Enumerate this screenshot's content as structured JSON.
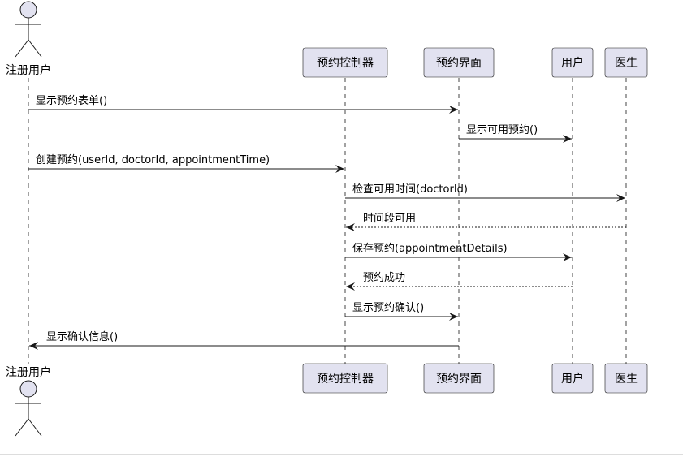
{
  "participants": [
    {
      "id": "actor",
      "label": "注册用户",
      "kind": "actor"
    },
    {
      "id": "controller",
      "label": "预约控制器",
      "kind": "box"
    },
    {
      "id": "ui",
      "label": "预约界面",
      "kind": "box"
    },
    {
      "id": "user",
      "label": "用户",
      "kind": "box"
    },
    {
      "id": "doctor",
      "label": "医生",
      "kind": "box"
    }
  ],
  "messages": [
    {
      "from": "actor",
      "to": "ui",
      "label": "显示预约表单()",
      "style": "solid"
    },
    {
      "from": "ui",
      "to": "user",
      "label": "显示可用预约()",
      "style": "solid"
    },
    {
      "from": "actor",
      "to": "controller",
      "label": "创建预约(userId, doctorId, appointmentTime)",
      "style": "solid"
    },
    {
      "from": "controller",
      "to": "doctor",
      "label": "检查可用时间(doctorId)",
      "style": "solid"
    },
    {
      "from": "doctor",
      "to": "controller",
      "label": "时间段可用",
      "style": "dashed"
    },
    {
      "from": "controller",
      "to": "user",
      "label": "保存预约(appointmentDetails)",
      "style": "solid"
    },
    {
      "from": "user",
      "to": "controller",
      "label": "预约成功",
      "style": "dashed"
    },
    {
      "from": "controller",
      "to": "ui",
      "label": "显示预约确认()",
      "style": "solid"
    },
    {
      "from": "ui",
      "to": "actor",
      "label": "显示确认信息()",
      "style": "solid"
    }
  ],
  "colors": {
    "box_fill": "#e2e2f0",
    "box_stroke": "#181818",
    "actor_fill": "#e2e2f0",
    "line": "#181818"
  }
}
